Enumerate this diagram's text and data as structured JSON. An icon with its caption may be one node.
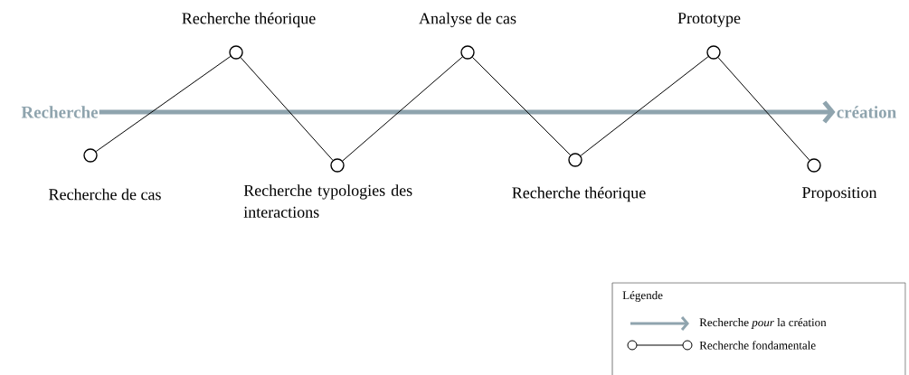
{
  "diagram": {
    "nodes": [
      {
        "text": [
          "Recherche"
        ]
      },
      {
        "text": [],
        "shape": "circle",
        "beside": [
          "Recherche de cas"
        ]
      },
      {
        "text": [],
        "shape": "circle",
        "beside": [
          "Recherche théorique"
        ]
      },
      {
        "text": [],
        "shape": "circle",
        "beside": [
          "Recherche typologies des interactions"
        ]
      },
      {
        "text": [],
        "shape": "circle",
        "beside": [
          "Analyse de cas"
        ]
      },
      {
        "text": [],
        "shape": "circle",
        "beside": [
          "Recherche théorique"
        ]
      },
      {
        "text": [],
        "shape": "circle",
        "beside": [
          "Prototype"
        ]
      },
      {
        "text": [],
        "shape": "circle",
        "beside": [
          "Proposition"
        ]
      },
      {
        "text": [
          "création"
        ]
      }
    ],
    "edges": [
      {
        "from": 0,
        "to": 8,
        "arrow": "to",
        "style": "thick",
        "color": "#8fa4ae"
      },
      {
        "from": 1,
        "to": 2,
        "arrow": "none"
      },
      {
        "from": 2,
        "to": 3,
        "arrow": "none"
      },
      {
        "from": 3,
        "to": 4,
        "arrow": "none"
      },
      {
        "from": 4,
        "to": 5,
        "arrow": "none"
      },
      {
        "from": 5,
        "to": 6,
        "arrow": "none"
      },
      {
        "from": 6,
        "to": 7,
        "arrow": "none"
      }
    ],
    "labels": [
      "Légende"
    ],
    "legend": [
      {
        "text": "Recherche *pour* la création"
      },
      {
        "text": "Recherche fondamentale"
      }
    ]
  }
}
